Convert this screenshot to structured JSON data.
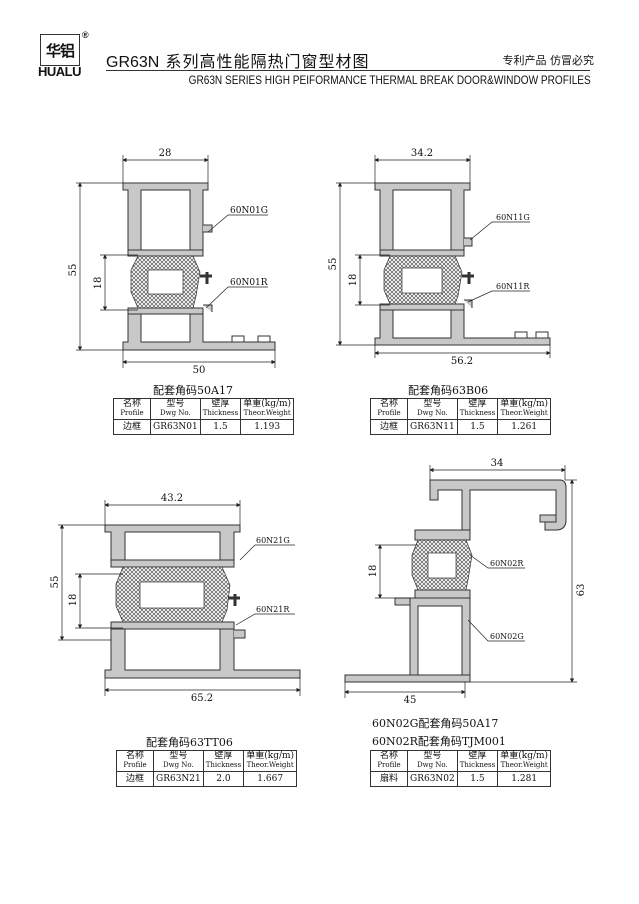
{
  "header": {
    "logo_text": "华铝",
    "registered_mark": "®",
    "brand": "HUALU",
    "title_code": "GR63N",
    "title_cn": "系列高性能隔热门窗型材图",
    "slogan": "专利产品  仿冒必究",
    "subtitle": "GR63N SERIES HIGH PEIFORMANCE THERMAL BREAK DOOR&WINDOW PROFILES"
  },
  "table_headers": {
    "profile_cn": "名称",
    "profile_en": "Profile",
    "dwg_cn": "型号",
    "dwg_en": "Dwg No.",
    "thick_cn": "壁厚",
    "thick_en": "Thickness",
    "weight_cn": "单重(kg/m)",
    "weight_en": "Theor.Weight"
  },
  "drawings": [
    {
      "dims": {
        "top": "28",
        "height": "55",
        "break": "18",
        "bottom": "50"
      },
      "labels": [
        "60N01G",
        "60N01R"
      ],
      "captions": [
        "配套角码50A17"
      ],
      "spec": {
        "profile": "边框",
        "dwg": "GR63N01",
        "thickness": "1.5",
        "weight": "1.193"
      }
    },
    {
      "dims": {
        "top": "34.2",
        "height": "55",
        "break": "18",
        "bottom": "56.2"
      },
      "labels": [
        "60N11G",
        "60N11R"
      ],
      "captions": [
        "配套角码63B06"
      ],
      "spec": {
        "profile": "边框",
        "dwg": "GR63N11",
        "thickness": "1.5",
        "weight": "1.261"
      }
    },
    {
      "dims": {
        "top": "43.2",
        "height": "55",
        "break": "18",
        "bottom": "65.2"
      },
      "labels": [
        "60N21G",
        "60N21R"
      ],
      "captions": [
        "配套角码63TT06"
      ],
      "spec": {
        "profile": "边框",
        "dwg": "GR63N21",
        "thickness": "2.0",
        "weight": "1.667"
      }
    },
    {
      "dims": {
        "top": "34",
        "height": "63",
        "break": "18",
        "bottom": "45"
      },
      "labels": [
        "60N02R",
        "60N02G"
      ],
      "captions": [
        "60N02G配套角码50A17",
        "60N02R配套角码TJM001"
      ],
      "spec": {
        "profile": "扇料",
        "dwg": "GR63N02",
        "thickness": "1.5",
        "weight": "1.281"
      }
    }
  ]
}
